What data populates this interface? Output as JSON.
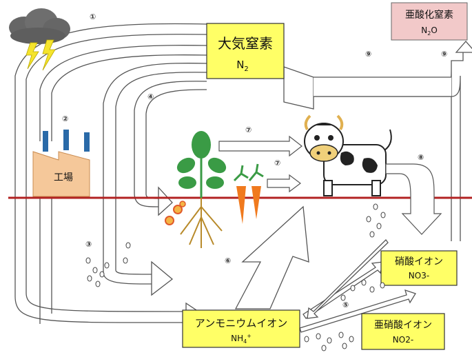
{
  "boxes": {
    "atmospheric_nitrogen": {
      "label": "大気窒素",
      "formula_main": "N",
      "formula_sub": "2"
    },
    "nitrous_oxide": {
      "label": "亜酸化窒素",
      "formula_a": "N",
      "formula_sub": "2",
      "formula_b": "O"
    },
    "factory": {
      "label": "工場"
    },
    "ammonium": {
      "label": "アンモニウムイオン",
      "formula_main": "NH",
      "formula_sub": "4",
      "formula_sup": "+"
    },
    "nitrate": {
      "label": "硝酸イオン",
      "formula": "NO3-"
    },
    "nitrite": {
      "label": "亜硝酸イオン",
      "formula": "NO2-"
    }
  },
  "step_numbers": {
    "n1": "①",
    "n2": "②",
    "n3": "③",
    "n4": "④",
    "n5": "⑤",
    "n6": "⑥",
    "n7a": "⑦",
    "n7b": "⑦",
    "n8": "⑧",
    "n9a": "⑨",
    "n9b": "⑨"
  },
  "colors": {
    "yellow_box": "#ffff66",
    "pink_box": "#f2c9c9",
    "factory": "#f5c89a",
    "soil_line": "#b22222",
    "plant_green": "#3a9b45",
    "carrot": "#f07a1e",
    "arrow_outline": "#555555"
  }
}
